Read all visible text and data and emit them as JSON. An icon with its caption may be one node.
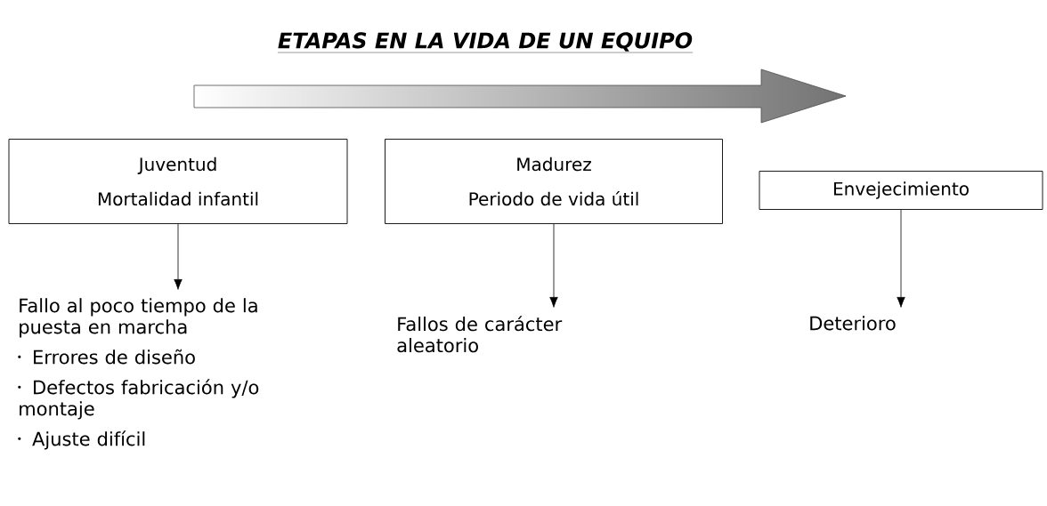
{
  "diagram": {
    "title": "ETAPAS EN LA VIDA DE UN EQUIPO",
    "nodes": [
      {
        "text": [
          "Juventud",
          "Mortalidad infantil"
        ]
      },
      {
        "text": [
          "Madurez",
          "Periodo de vida útil"
        ]
      },
      {
        "text": [
          "Envejecimiento"
        ]
      },
      {
        "text": [
          "Fallo al poco tiempo de la puesta en marcha",
          "Errores de diseño",
          "Defectos fabricación y/o montaje",
          "Ajuste difícil"
        ]
      },
      {
        "text": [
          "Fallos de carácter aleatorio"
        ]
      },
      {
        "text": [
          "Deterioro"
        ]
      }
    ],
    "edges": [
      {
        "from": 0,
        "to": 3,
        "arrow": "to"
      },
      {
        "from": 1,
        "to": 4,
        "arrow": "to"
      },
      {
        "from": 2,
        "to": 5,
        "arrow": "to"
      }
    ]
  }
}
